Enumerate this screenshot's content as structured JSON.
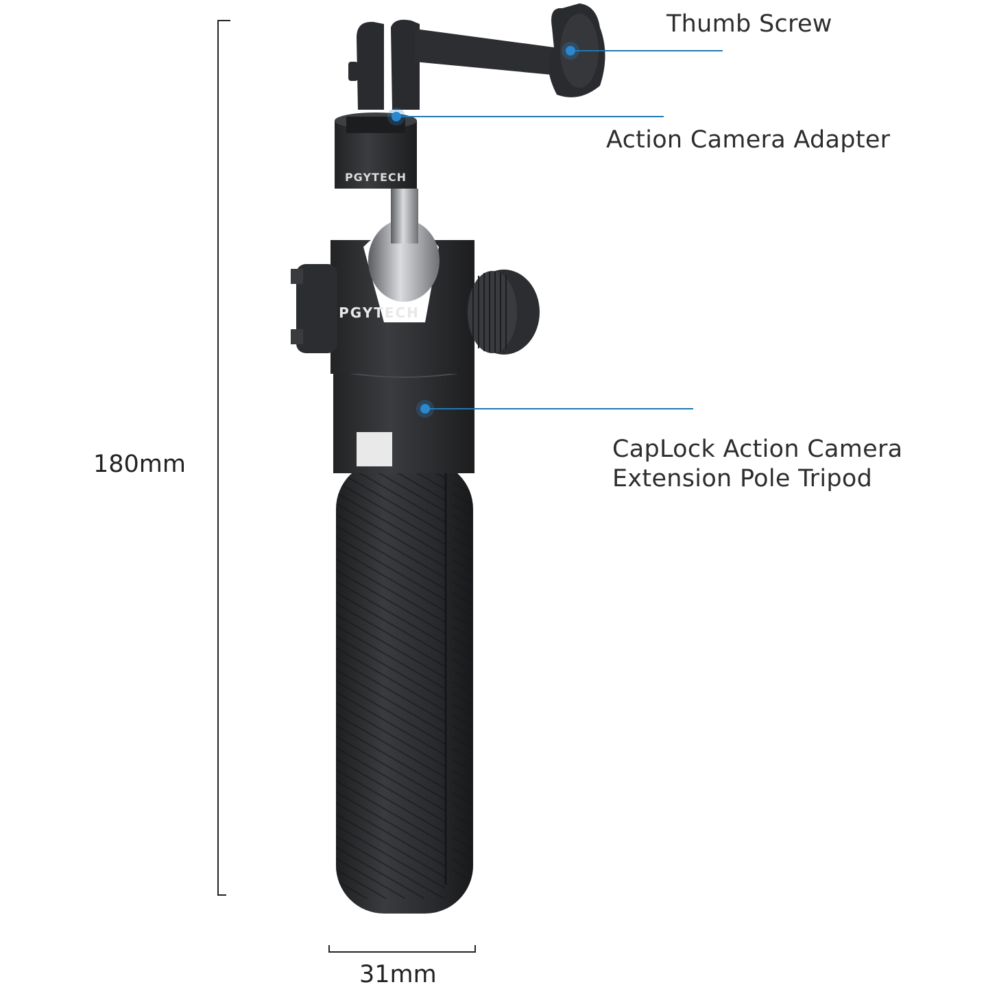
{
  "callouts": {
    "thumb_screw": "Thumb Screw",
    "action_camera_adapter": "Action Camera Adapter",
    "caplock_line1": "CapLock Action Camera",
    "caplock_line2": "Extension Pole Tripod"
  },
  "dimensions": {
    "height": "180mm",
    "width": "31mm"
  },
  "brand": "PGYTECH",
  "colors": {
    "callout_line": "#1f78b4",
    "callout_dot": "#2a88d0",
    "product_body": "#2a2b2d",
    "text": "#2d2d2d"
  }
}
